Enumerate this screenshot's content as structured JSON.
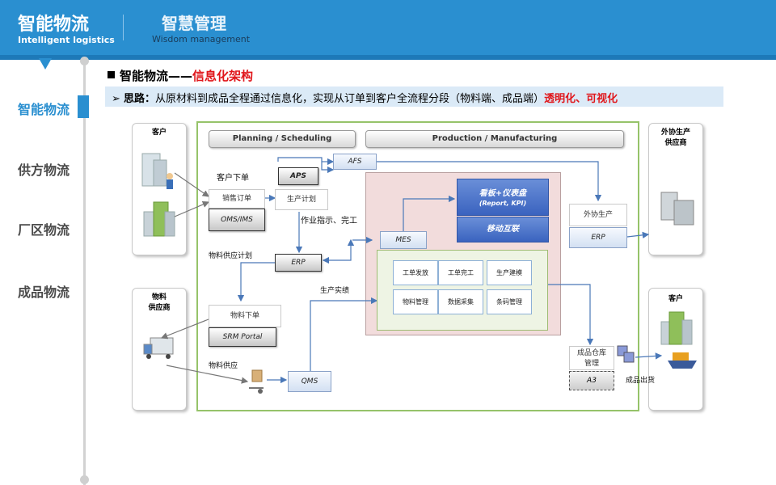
{
  "header": {
    "brand_title": "智能物流",
    "brand_subtitle": "Intelligent logistics",
    "section_title": "智慧管理",
    "section_subtitle": "Wisdom management",
    "color_primary": "#2a8fd0"
  },
  "nav": {
    "items": [
      {
        "label": "智能物流",
        "active": true
      },
      {
        "label": "供方物流",
        "active": false
      },
      {
        "label": "厂区物流",
        "active": false
      },
      {
        "label": "成品物流",
        "active": false
      }
    ]
  },
  "content": {
    "heading_prefix": "智能物流——",
    "heading_highlight": "信息化架构",
    "idea_label": "思路：",
    "idea_text": "从原材料到成品全程通过信息化，实现从订单到客户全流程分段（物料端、成品端）",
    "idea_highlight": "透明化、可视化",
    "accent_red": "#e0161b"
  },
  "diagram": {
    "left_customer": "客户",
    "left_supplier": "物料\n供应商",
    "right_outsource": "外协生产\n供应商",
    "right_customer": "客户",
    "planning_header": "Planning / Scheduling",
    "production_header": "Production / Manufacturing",
    "aps": "APS",
    "afs": "AFS",
    "order_in": "客户下单",
    "sales_order": "销售订单",
    "oms": "OMS/IMS",
    "production_plan": "生产计划",
    "work_instruction": "作业指示、完工",
    "material_plan": "物料供应计划",
    "erp_left": "ERP",
    "mes": "MES",
    "kanban_title": "看板+仪表盘",
    "kanban_sub": "(Report, KPI)",
    "mobile": "移动互联",
    "outsource_prod": "外协生产",
    "erp_right": "ERP",
    "production_actual": "生产实绩",
    "material_order": "物料下单",
    "srm": "SRM Portal",
    "material_supply": "物料供应",
    "qms": "QMS",
    "fg_warehouse": "成品仓库\n管理",
    "a3": "A3",
    "fg_out": "成品出货",
    "grid_cells": [
      "工单发放",
      "工单完工",
      "生产建模",
      "物料管理",
      "数据采集",
      "条码管理"
    ]
  }
}
